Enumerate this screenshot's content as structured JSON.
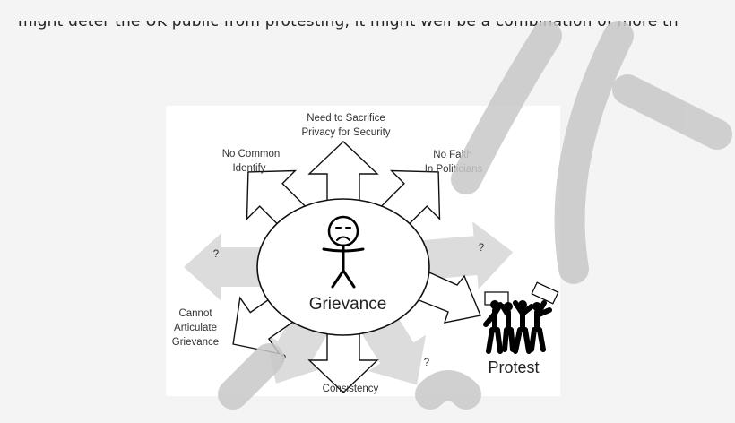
{
  "document": {
    "cropped_line": "might deter the UK public from protesting, it might well be a combination of more th"
  },
  "diagram": {
    "center_label": "Grievance",
    "outcome_label": "Protest",
    "arrows": [
      {
        "label_lines": [
          "Need to Sacrifice",
          "Privacy for Security"
        ],
        "style": "white"
      },
      {
        "label_lines": [
          "No Common",
          "Identify"
        ],
        "style": "white"
      },
      {
        "label_lines": [
          "No Faith",
          "In Politicians"
        ],
        "style": "white"
      },
      {
        "label_lines": [
          "Cannot",
          "Articulate",
          "Grievance"
        ],
        "style": "white"
      },
      {
        "label_lines": [
          "Consistency"
        ],
        "style": "white"
      },
      {
        "label_lines": [
          "?"
        ],
        "style": "gray"
      },
      {
        "label_lines": [
          "?"
        ],
        "style": "gray"
      },
      {
        "label_lines": [
          "?"
        ],
        "style": "gray"
      },
      {
        "label_lines": [
          "?"
        ],
        "style": "gray"
      }
    ],
    "colors": {
      "gray_arrow": "#dcdcdc",
      "outline": "#111111",
      "watermark": "#c8c8c8"
    }
  }
}
